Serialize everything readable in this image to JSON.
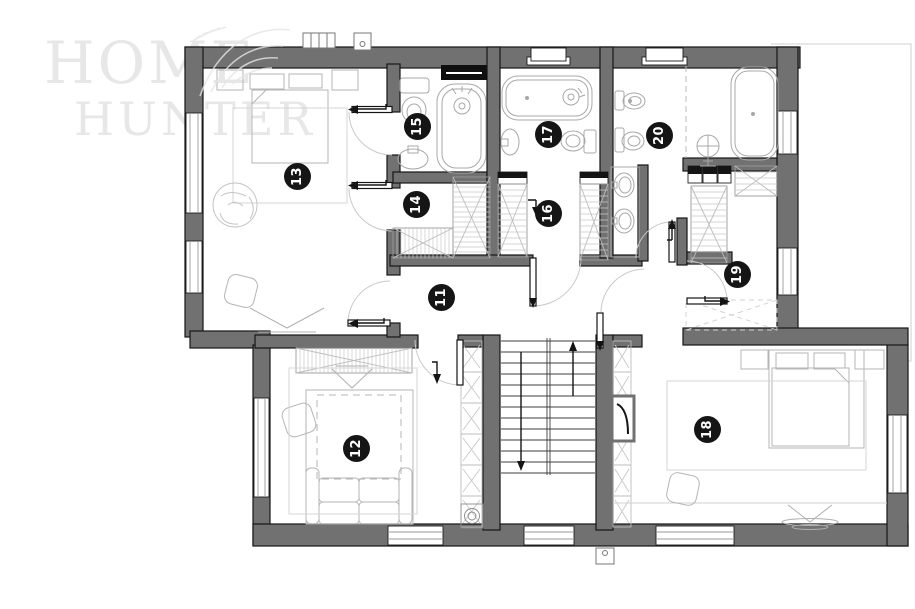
{
  "watermark": {
    "line1": "HOME",
    "line2": "HUNTER"
  },
  "floor_plan": {
    "room_badges": [
      {
        "number": "11"
      },
      {
        "number": "12"
      },
      {
        "number": "13"
      },
      {
        "number": "14"
      },
      {
        "number": "15"
      },
      {
        "number": "16"
      },
      {
        "number": "17"
      },
      {
        "number": "18"
      },
      {
        "number": "19"
      },
      {
        "number": "20"
      }
    ],
    "badge_style": {
      "background": "#151515",
      "text_color": "#ffffff"
    },
    "colors": {
      "wall_fill": "#717171",
      "wall_outline": "#161616",
      "fixture_stroke": "#a8a8a8",
      "furniture_stroke": "#b5b5b5",
      "rug_stroke": "#d4d4d4",
      "door_arc": "#c9c9c9",
      "watermark_text": "#e7e7e7"
    }
  }
}
